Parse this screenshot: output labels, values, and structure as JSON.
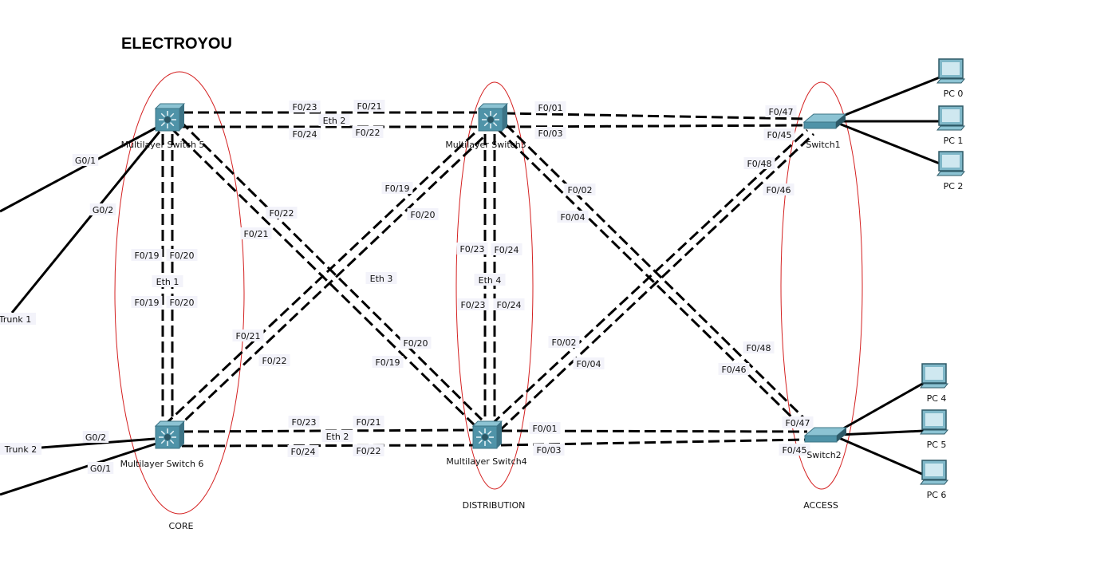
{
  "title": "ELECTROYOU",
  "zones": {
    "core": "CORE",
    "distribution": "DISTRIBUTION",
    "access": "ACCESS"
  },
  "devices": {
    "ms5": "Multilayer Switch 5",
    "ms3": "Multilayer Switch3",
    "ms6": "Multilayer Switch 6",
    "ms4": "Multilayer Switch4",
    "sw1": "Switch1",
    "sw2": "Switch2",
    "pc0": "PC 0",
    "pc1": "PC 1",
    "pc2": "PC 2",
    "pc4": "PC 4",
    "pc5": "PC 5",
    "pc6": "PC 6"
  },
  "port_labels": [
    "F0/23",
    "F0/21",
    "Eth 2",
    "F0/24",
    "F0/22",
    "F0/01",
    "F0/03",
    "F0/47",
    "F0/45",
    "F0/48",
    "F0/46",
    "G0/1",
    "G0/2",
    "Trunk 1",
    "F0/19",
    "F0/20",
    "Eth 1",
    "F0/19",
    "F0/20",
    "F0/22",
    "F0/21",
    "F0/19",
    "F0/20",
    "F0/02",
    "F0/04",
    "F0/23",
    "F0/24",
    "Eth 4",
    "F0/23",
    "F0/24",
    "Eth 3",
    "F0/21",
    "F0/22",
    "F0/20",
    "F0/19",
    "F0/02",
    "F0/04",
    "F0/48",
    "F0/46",
    "F0/23",
    "F0/21",
    "Eth 2",
    "F0/24",
    "F0/22",
    "F0/01",
    "F0/03",
    "F0/47",
    "F0/45",
    "Trunk 2",
    "G0/2",
    "G0/1"
  ],
  "colors": {
    "zone_ellipse": "#d42020",
    "switch": "#4f93a8",
    "label_bg": "#f3f3fa"
  }
}
